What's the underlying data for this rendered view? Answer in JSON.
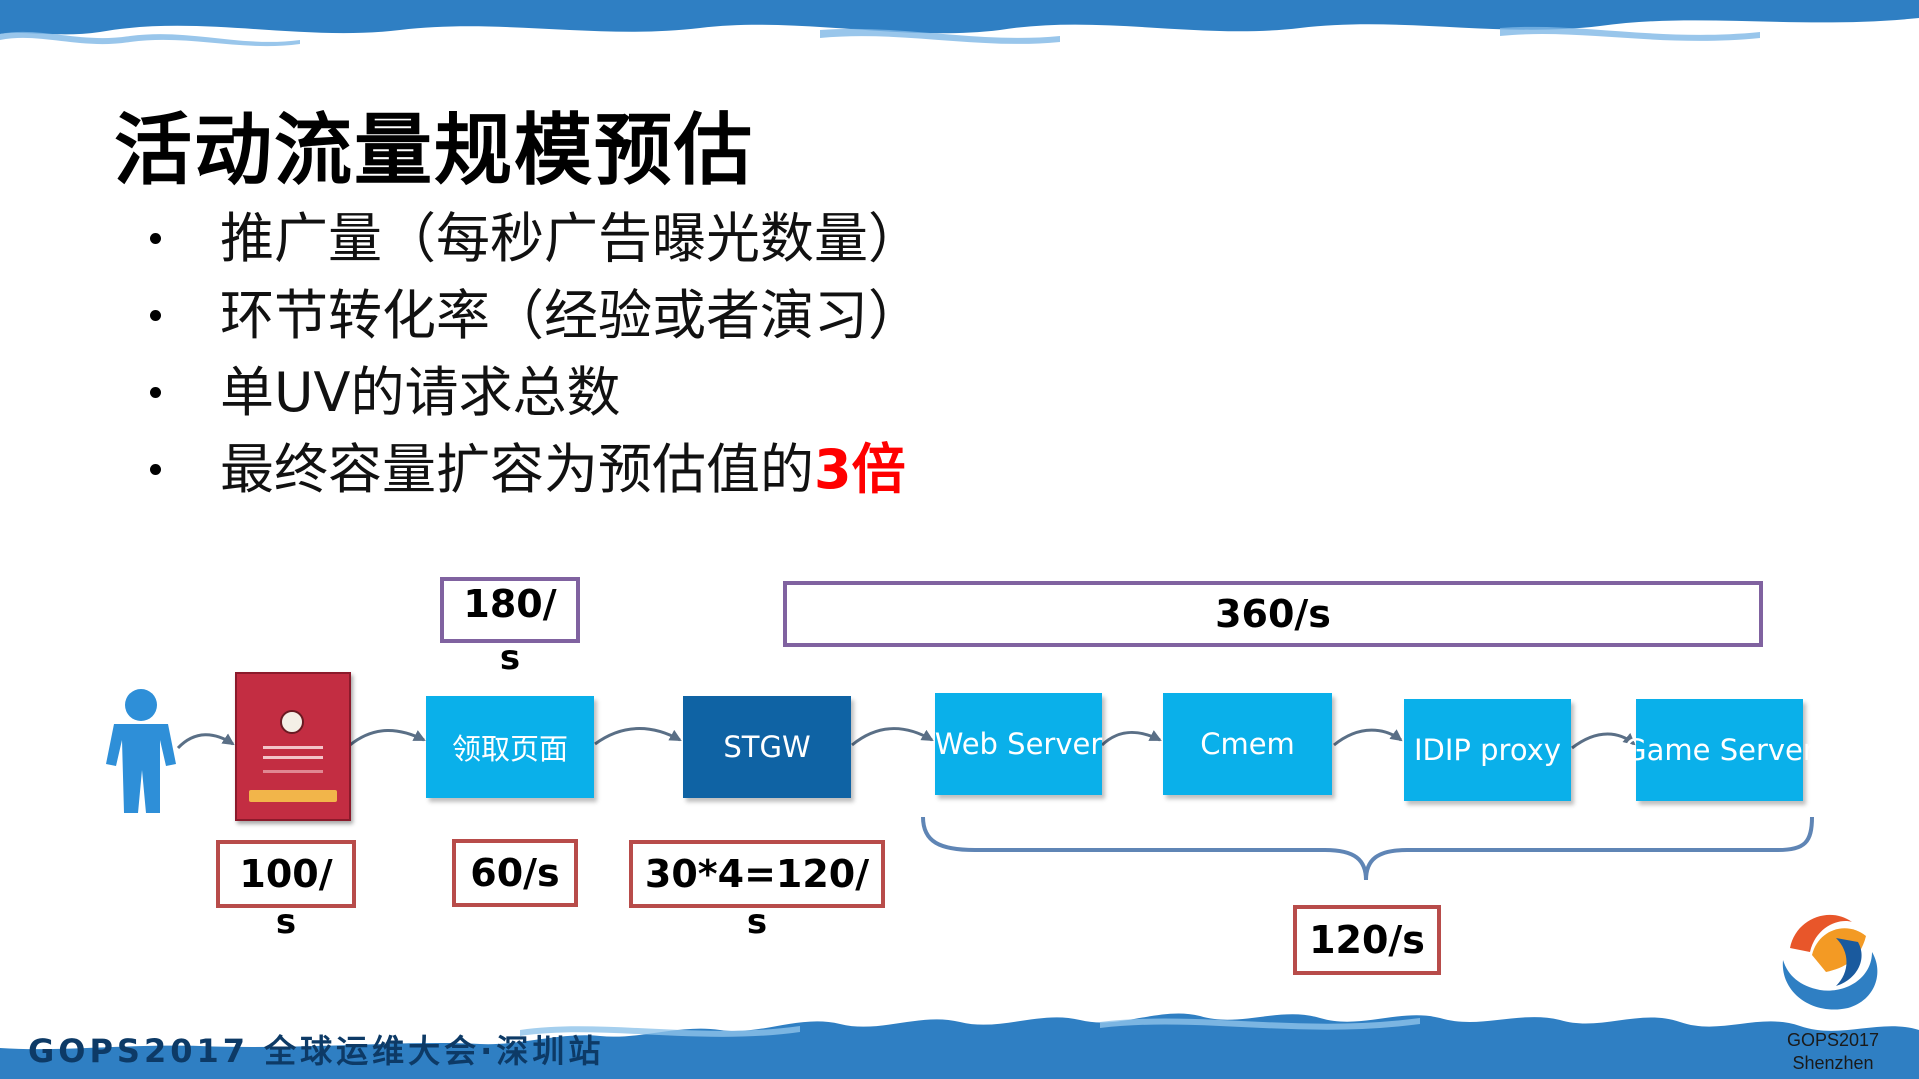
{
  "slide": {
    "title": "活动流量规模预估",
    "bullets": [
      {
        "text": "推广量（每秒广告曝光数量）",
        "highlight": ""
      },
      {
        "text": "环节转化率（经验或者演习）",
        "highlight": ""
      },
      {
        "text": "单UV的请求总数",
        "highlight": ""
      },
      {
        "text": "最终容量扩容为预估值的",
        "highlight": "3倍"
      }
    ],
    "highlight_color": "#ff0000"
  },
  "diagram": {
    "nodes": {
      "page": "领取页面",
      "stgw": "STGW",
      "web_server": "Web Server",
      "cmem": "Cmem",
      "idip_proxy": "IDIP proxy",
      "game_server": "Game Server"
    },
    "rates": {
      "page_top_line1": "180/",
      "page_top_line2": "s",
      "backend_top": "360/s",
      "ad_line1": "100/",
      "ad_line2": "s",
      "page_bottom": "60/s",
      "stgw_line1": "30*4=120/",
      "stgw_line2": "s",
      "backend_bottom": "120/s"
    },
    "colors": {
      "node_light": "#0ab0ea",
      "node_dark": "#0f63a4",
      "box_red": "#b84c4a",
      "box_purple": "#8062a0",
      "person": "#2e8fd8",
      "phone": "#c32d42"
    }
  },
  "footer": {
    "event": "GOPS2017 全球运维大会·深圳站",
    "logo_line1": "GOPS2017",
    "logo_line2": "Shenzhen"
  }
}
